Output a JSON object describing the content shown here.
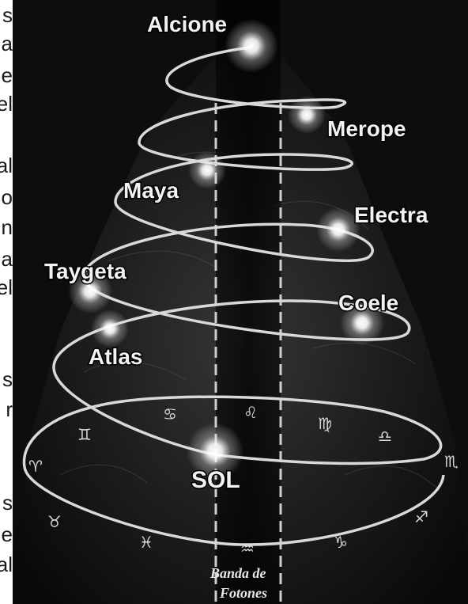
{
  "side_text": {
    "fragments": [
      "s",
      "a",
      "e",
      "el",
      "al",
      "o",
      "n",
      "a",
      "el",
      "s",
      "r",
      "s",
      "e",
      "al"
    ]
  },
  "stars": {
    "alcione": "Alcione",
    "merope": "Merope",
    "maya": "Maya",
    "electra": "Electra",
    "taygeta": "Taygeta",
    "coele": "Coele",
    "atlas": "Atlas",
    "sol": "SOL"
  },
  "band": {
    "line1": "Banda de",
    "line2": "Fotones"
  },
  "zodiac": {
    "aries": "♈",
    "taurus": "♉",
    "gemini": "♊",
    "cancer": "♋",
    "leo": "♌",
    "virgo": "♍",
    "libra": "♎",
    "scorpio": "♏",
    "sagittarius": "♐",
    "capricorn": "♑",
    "aquarius": "♒",
    "pisces": "♓"
  },
  "colors": {
    "sky": "#0d0d0d",
    "orbit": "#d9d9d9",
    "star_glow": "#ffffff",
    "band_dash": "#cfcfcf",
    "tree_haze": "#3a3a3a"
  }
}
